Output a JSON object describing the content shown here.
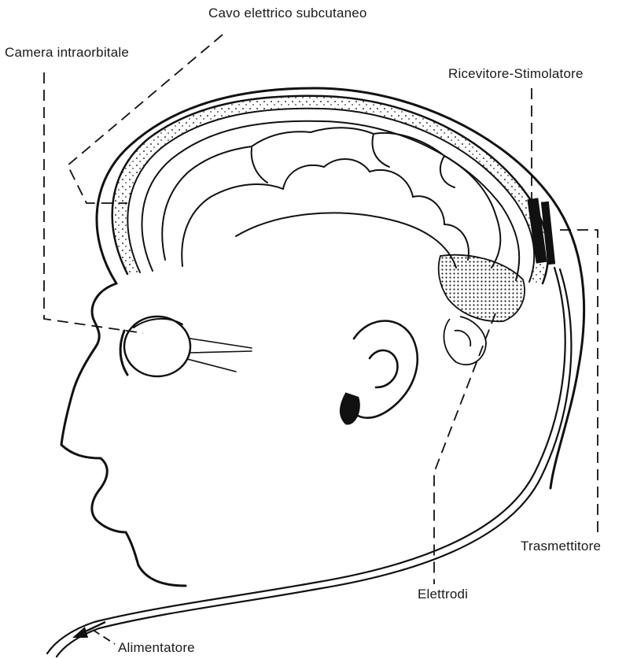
{
  "figure": {
    "labels": {
      "cavo": "Cavo elettrico subcutaneo",
      "camera": "Camera intraorbitale",
      "ricevitore": "Ricevitore-Stimolatore",
      "trasmettitore": "Trasmettitore",
      "elettrodi": "Elettrodi",
      "alimentatore": "Alimentatore"
    }
  }
}
